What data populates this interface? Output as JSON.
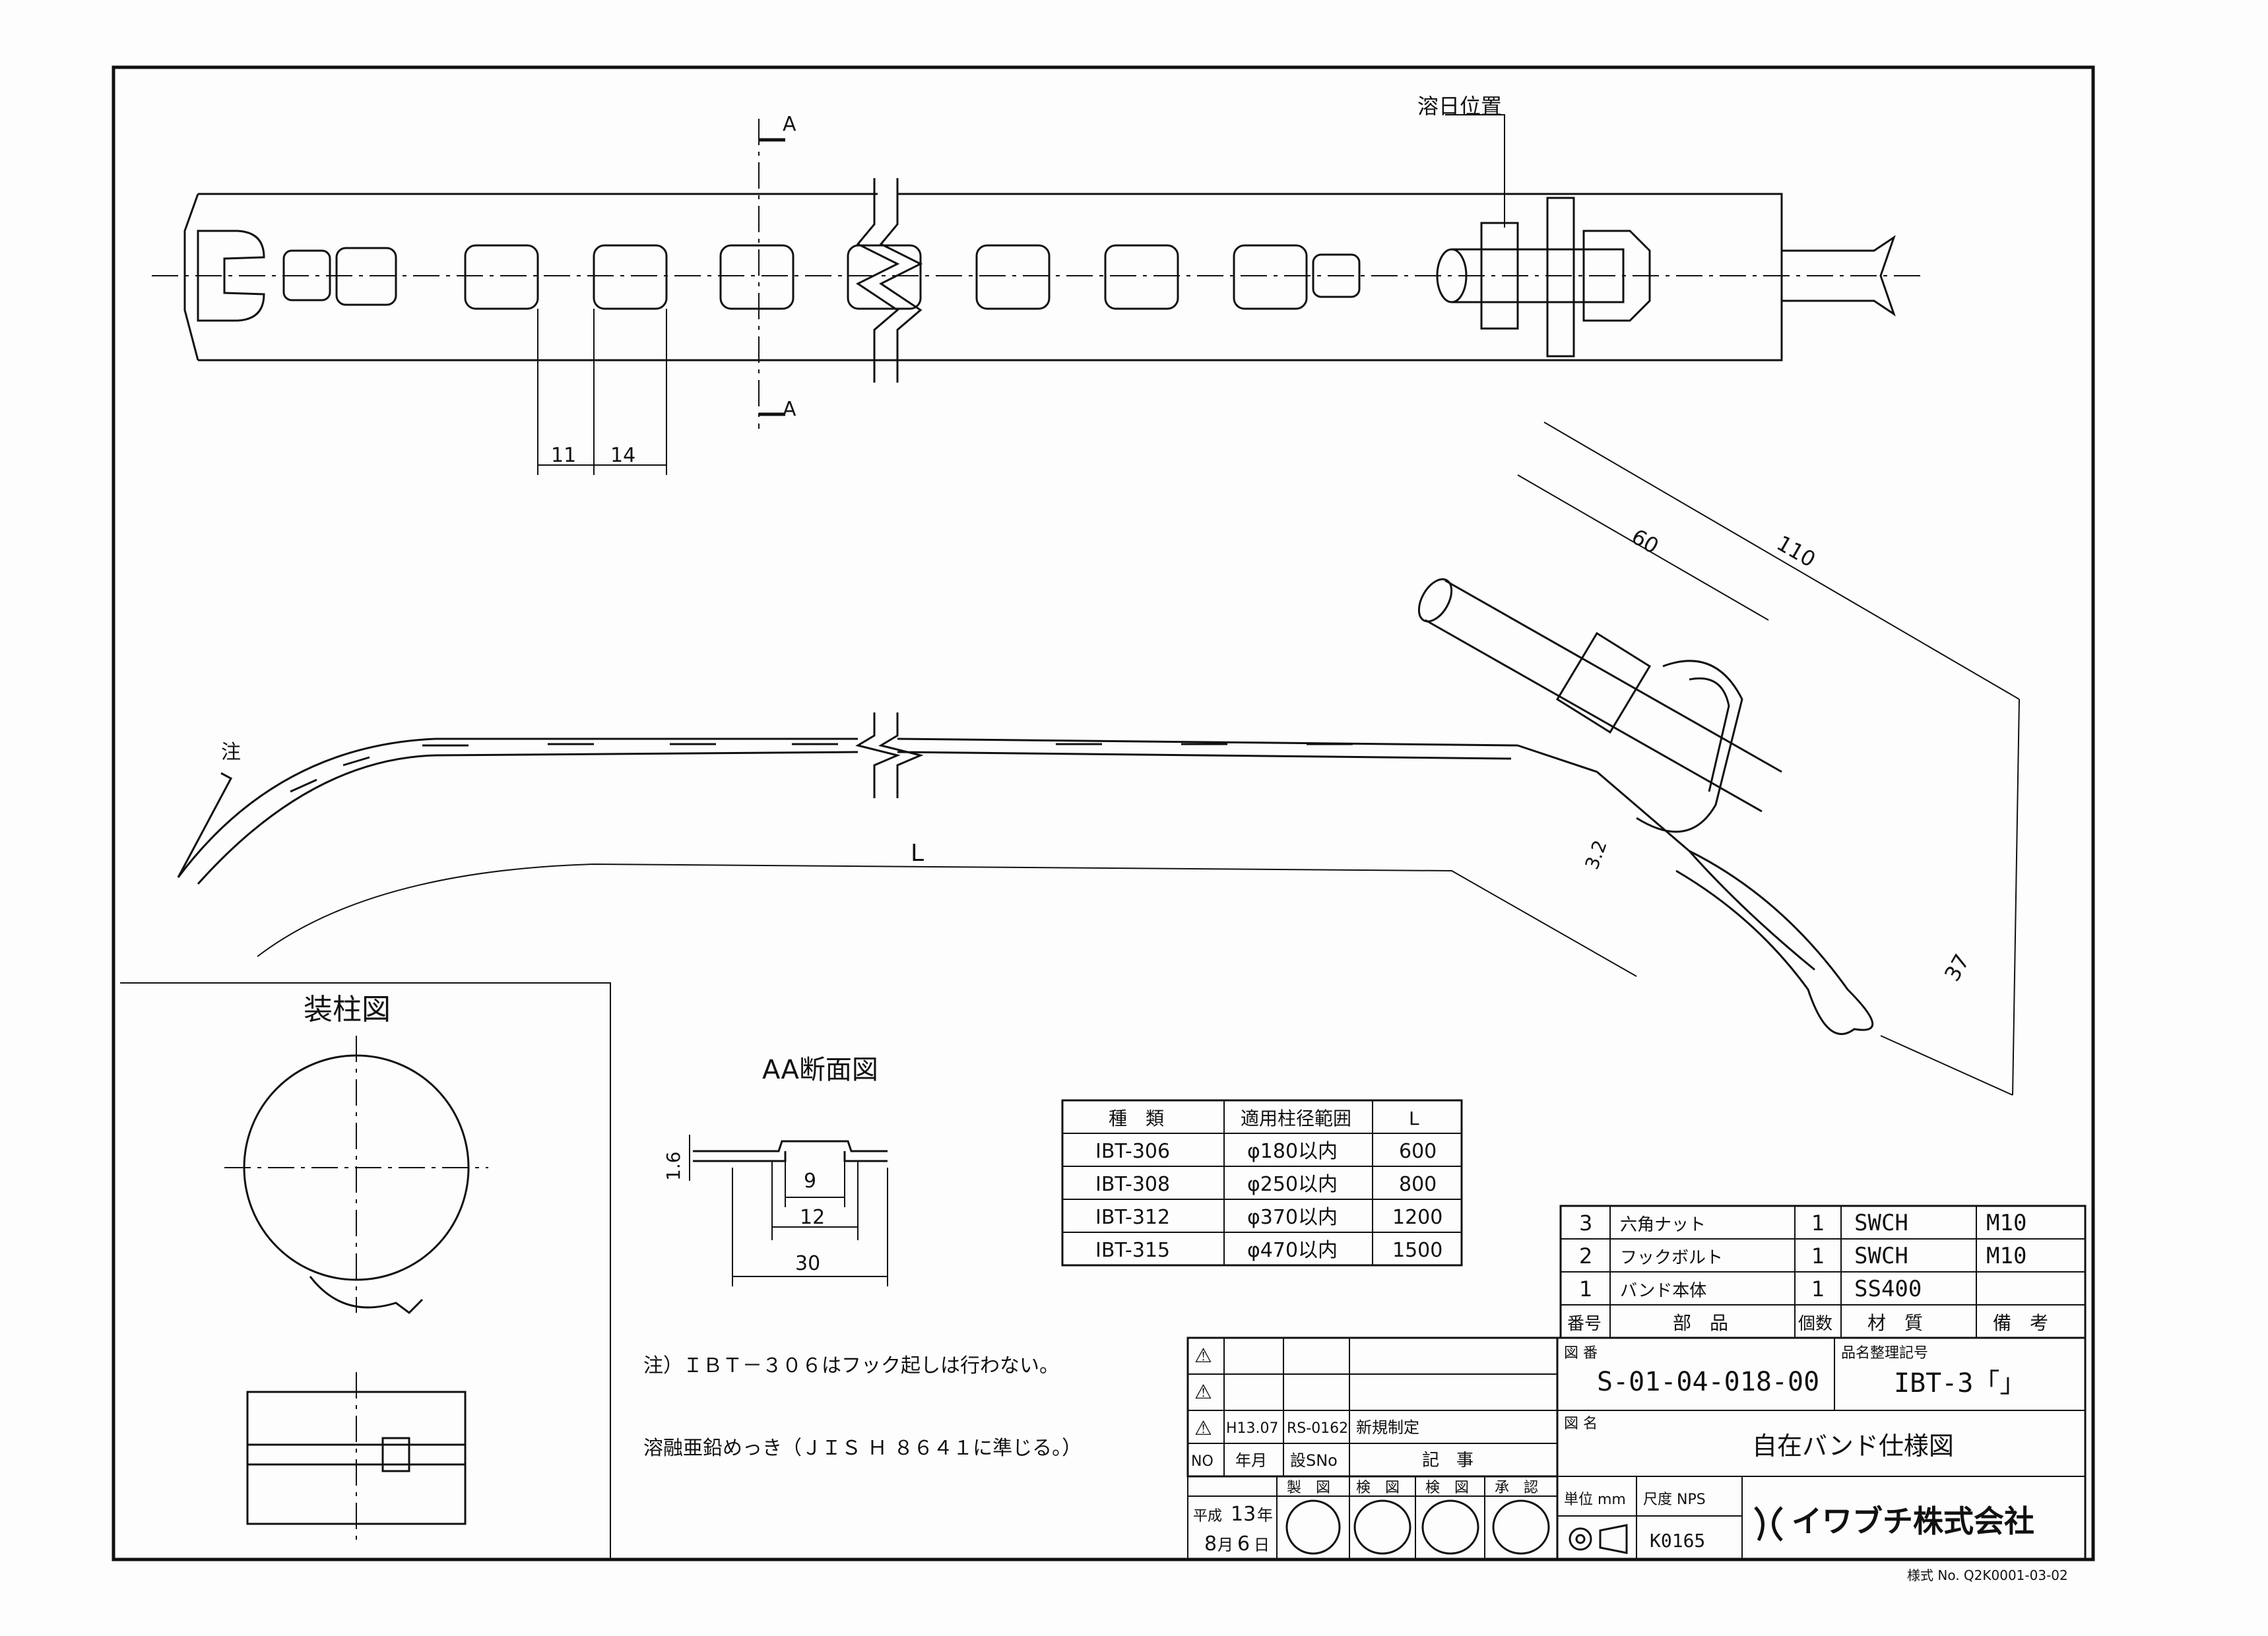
{
  "top_view": {
    "section_mark": "A",
    "callout_label": "溶日位置",
    "dim_slot": "11",
    "dim_pitch": "14"
  },
  "side_view": {
    "note_mark": "注",
    "dim_length": "L",
    "dim_60": "60",
    "dim_110": "110",
    "dim_32": "3.2",
    "dim_37": "37"
  },
  "mount_view": {
    "title": "装柱図"
  },
  "section_view": {
    "title": "AA断面図",
    "dim_thickness": "1.6",
    "dim_inner": "9",
    "dim_mid": "12",
    "dim_outer": "30"
  },
  "spec_table": {
    "headers": [
      "種　類",
      "適用柱径範囲",
      "L"
    ],
    "rows": [
      [
        "IBT-306",
        "φ180以内",
        "600"
      ],
      [
        "IBT-308",
        "φ250以内",
        "800"
      ],
      [
        "IBT-312",
        "φ370以内",
        "1200"
      ],
      [
        "IBT-315",
        "φ470以内",
        "1500"
      ]
    ]
  },
  "notes": {
    "note1": "注）ＩＢＴ－３０６はフック起しは行わない。",
    "note2": "溶融亜鉛めっき（ＪＩＳ Ｈ ８６４１に準じる。）"
  },
  "parts_list": {
    "headers": [
      "番号",
      "部　品",
      "個数",
      "材　質",
      "備　考"
    ],
    "rows": [
      [
        "3",
        "六角ナット",
        "1",
        "SWCH",
        "M10"
      ],
      [
        "2",
        "フックボルト",
        "1",
        "SWCH",
        "M10"
      ],
      [
        "1",
        "バンド本体",
        "1",
        "SS400",
        ""
      ]
    ]
  },
  "revision_block": {
    "row3": [
      "H13.07",
      "RS-0162",
      "新規制定"
    ],
    "headers": [
      "NO",
      "年月",
      "設SNo",
      "記　事"
    ]
  },
  "title_block": {
    "drawing_no_label": "図 番",
    "drawing_no": "S-01-04-018-00",
    "part_code_label": "品名整理記号",
    "part_code": "IBT-3「」",
    "name_label": "図 名",
    "name": "自在バンド仕様図",
    "unit_label": "単位 mm",
    "scale_label": "尺度 NPS",
    "approval_headers": [
      "製　図",
      "検　図",
      "検　図",
      "承　認"
    ],
    "date_era": "平成",
    "date_year": "13",
    "date_year_unit": "年",
    "date_month": "8",
    "date_month_unit": "月",
    "date_day": "6",
    "date_day_unit": "日",
    "code": "K0165",
    "company": "イワブチ株式会社",
    "form_no": "様式 No. Q2K0001-03-02"
  }
}
